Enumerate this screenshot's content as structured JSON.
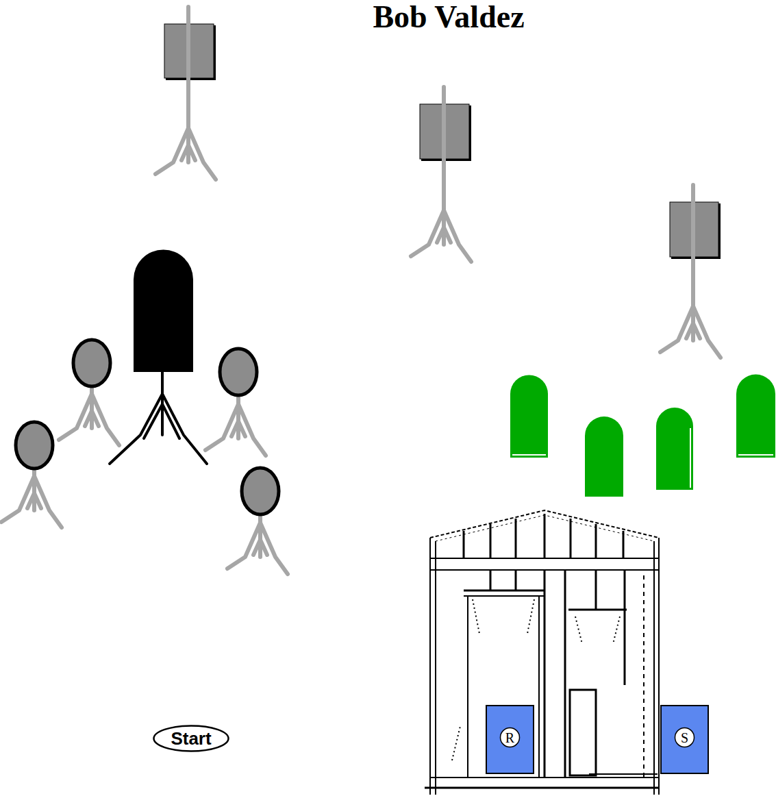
{
  "diagram": {
    "title": "Bob Valdez",
    "nodes": [
      {
        "text": [
          "Start"
        ]
      },
      {
        "text": [
          "R"
        ]
      },
      {
        "text": [
          "S"
        ]
      }
    ]
  }
}
